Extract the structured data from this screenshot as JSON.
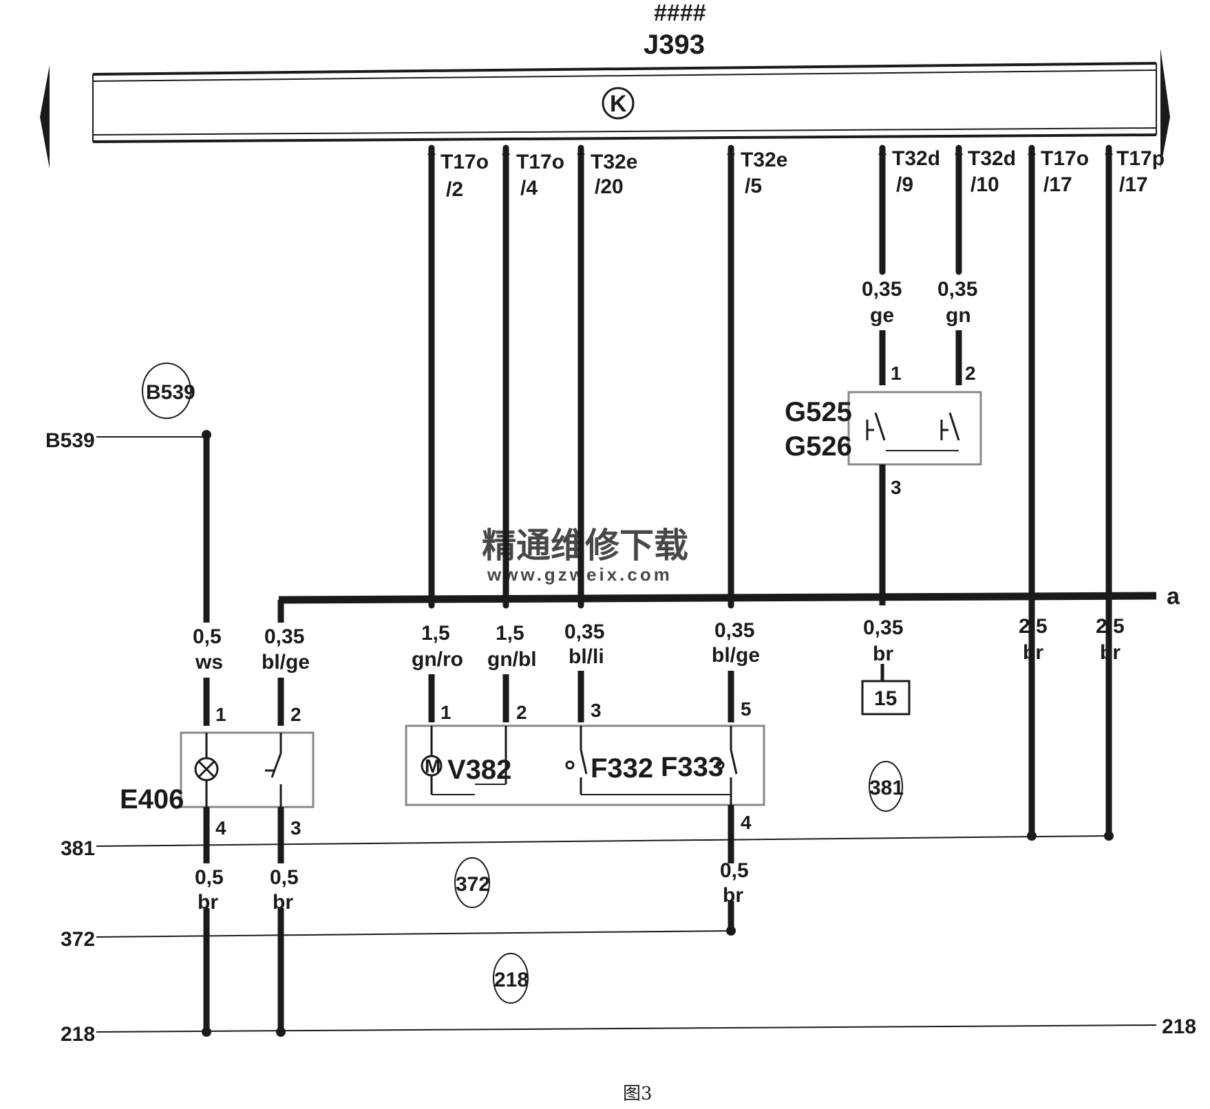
{
  "header": {
    "marks": "####",
    "bus_module": "J393"
  },
  "bus_symbol": "K",
  "connectors": [
    {
      "code": "T17o",
      "pin": "/2"
    },
    {
      "code": "T17o",
      "pin": "/4"
    },
    {
      "code": "T32e",
      "pin": "/20"
    },
    {
      "code": "T32e",
      "pin": "/5"
    },
    {
      "code": "T32d",
      "pin": "/9"
    },
    {
      "code": "T32d",
      "pin": "/10"
    },
    {
      "code": "T17o",
      "pin": "/17"
    },
    {
      "code": "T17p",
      "pin": "/17"
    }
  ],
  "left_refs": {
    "b539": "B539",
    "r381": "381",
    "r372": "372",
    "r218": "218"
  },
  "right_refs": {
    "a": "a",
    "r218": "218"
  },
  "circled_refs": {
    "b539": "B539",
    "c381": "381",
    "c372": "372",
    "c218": "218"
  },
  "components": {
    "e406": "E406",
    "v382": "V382",
    "f332": "F332",
    "f333": "F333",
    "g525": "G525",
    "g526": "G526",
    "terminal15": "15",
    "motor_symbol": "M"
  },
  "wires": {
    "e406_pin1": {
      "size": "0,5",
      "color": "ws"
    },
    "e406_pin2": {
      "size": "0,35",
      "color": "bl/ge"
    },
    "v382_pin1": {
      "size": "1,5",
      "color": "gn/ro"
    },
    "v382_pin2": {
      "size": "1,5",
      "color": "gn/bl"
    },
    "f332_pin3": {
      "size": "0,35",
      "color": "bl/li"
    },
    "f333_pin5": {
      "size": "0,35",
      "color": "bl/ge"
    },
    "g525_pin1": {
      "size": "0,35",
      "color": "ge"
    },
    "g526_pin2": {
      "size": "0,35",
      "color": "gn"
    },
    "g_pin3": {
      "size": "0,35",
      "color": "br"
    },
    "t17o17": {
      "size": "2,5",
      "color": "br"
    },
    "t17p17": {
      "size": "2,5",
      "color": "br"
    },
    "e406_pin4": {
      "size": "0,5",
      "color": "br"
    },
    "e406_pin3": {
      "size": "0,5",
      "color": "br"
    },
    "f333_pin4": {
      "size": "0,5",
      "color": "br"
    }
  },
  "pins": {
    "p1": "1",
    "p2": "2",
    "p3": "3",
    "p4": "4",
    "p5": "5"
  },
  "watermark": {
    "cn": "精通维修下载",
    "url": "www.gzweix.com"
  },
  "caption": "图3",
  "colors": {
    "ink": "#1a1a1a",
    "watermark": "#f0b080",
    "box": "#888888"
  }
}
